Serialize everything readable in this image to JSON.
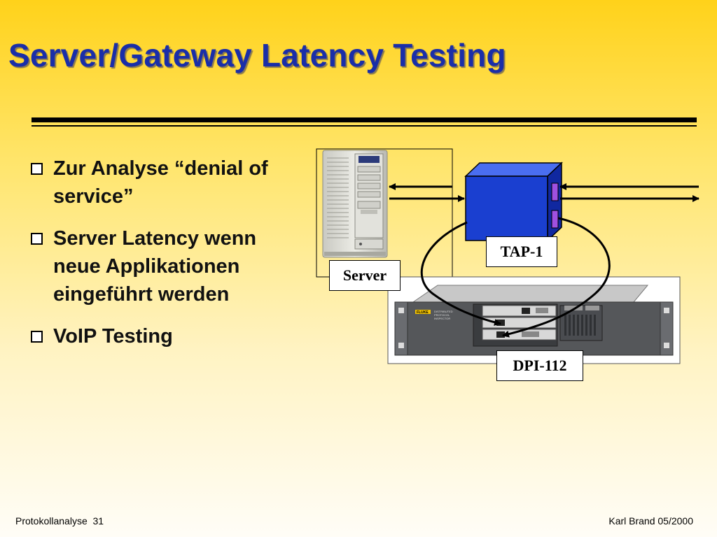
{
  "slide": {
    "title": "Server/Gateway Latency Testing",
    "bullets": [
      {
        "line1": "Zur Analyse “denial of",
        "line2": "service”"
      },
      {
        "line1": "Server Latency wenn",
        "line2": "neue Applikationen",
        "line3": "eingeführt werden"
      },
      {
        "line1": "VoIP Testing"
      }
    ]
  },
  "diagram": {
    "labels": {
      "server": "Server",
      "tap": "TAP-1",
      "dpi": "DPI-112",
      "front_panel_brand": "FLUKE",
      "front_panel_text": [
        "DISTRIBUTED",
        "PROTOCOL",
        "INSPECTOR"
      ]
    }
  },
  "footer": {
    "left": "Protokollanalyse  31",
    "right": "Karl Brand 05/2000"
  },
  "colors": {
    "title": "#1a2ea8",
    "tap_body": "#1a3fd0",
    "tap_ports": "#a050e0"
  }
}
